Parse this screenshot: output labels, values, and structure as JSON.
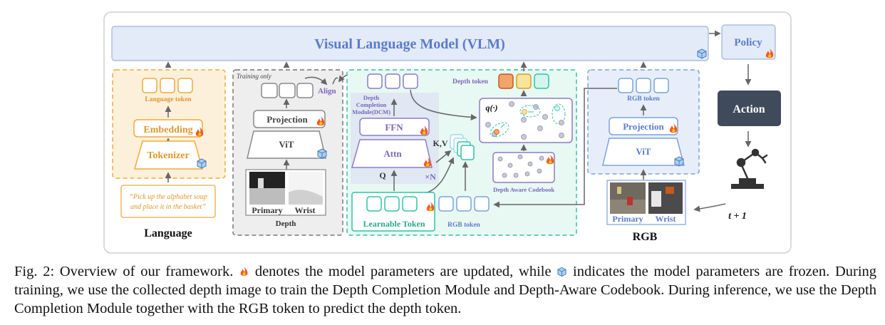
{
  "vlm": {
    "title": "Visual Language Model (VLM)"
  },
  "policy": {
    "label": "Policy"
  },
  "action": {
    "label": "Action"
  },
  "time_step": {
    "label": "t + 1"
  },
  "language": {
    "section_label": "Language",
    "token_label": "Language token",
    "embedding_label": "Embedding",
    "tokenizer_label": "Tokenizer",
    "instruction_line1": "“Pick up the alphabet soup",
    "instruction_line2": "and place it in the basket”"
  },
  "depth": {
    "training_only": "Training only",
    "align": "Align",
    "projection": "Projection",
    "vit": "ViT",
    "primary": "Primary",
    "wrist": "Wrist",
    "section_label": "Depth"
  },
  "dcm": {
    "title_line1": "Depth",
    "title_line2": "Completion",
    "title_line3": "Module(DCM)",
    "ffn": "FFN",
    "attn": "Attn",
    "q": "Q",
    "kv": "K,V",
    "repeat": "×N",
    "learnable_token": "Learnable Token",
    "rgb_token": "RGB token",
    "depth_token": "Depth token",
    "q_func": "q(·)",
    "codebook": "Depth Aware Codebook"
  },
  "rgb": {
    "token_label": "RGB token",
    "projection": "Projection",
    "vit": "ViT",
    "primary": "Primary",
    "wrist": "Wrist",
    "section_label": "RGB"
  },
  "caption": {
    "part1": "Fig. 2: Overview of our framework.",
    "part2": "denotes the model parameters are updated, while",
    "part3": "indicates the model parameters are frozen. During training, we use the collected depth image to train the Depth Completion Module and Depth-Aware Codebook. During inference, we use the Depth Completion Module together with the RGB token to predict the depth token."
  },
  "colors": {
    "vlm_fill": "#e3eaf8",
    "vlm_text": "#5b7cc9",
    "language_orange": "#f2a93b",
    "dcm_teal": "#2ec4a6",
    "purple": "#8e7cc3",
    "action_fill": "#3f4a5a"
  }
}
